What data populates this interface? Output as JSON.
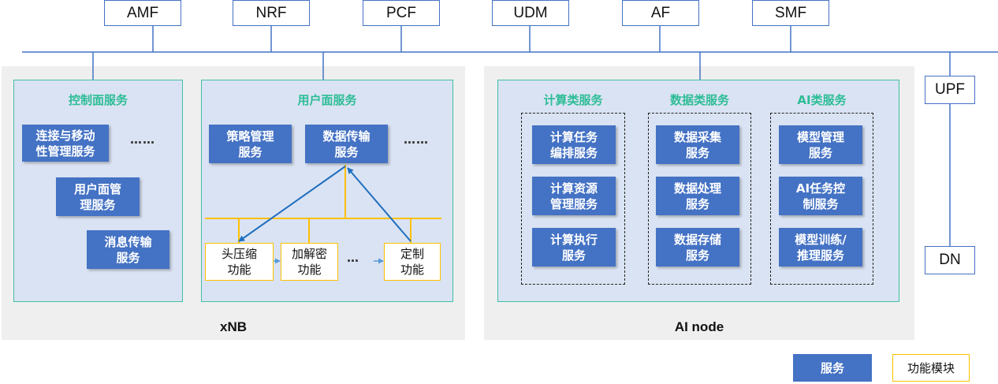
{
  "network_functions": [
    "AMF",
    "NRF",
    "PCF",
    "UDM",
    "AF",
    "SMF"
  ],
  "upf": "UPF",
  "dn": "DN",
  "xnb": {
    "label": "xNB",
    "control_plane": {
      "title": "控制面服务",
      "services": [
        "连接与移动\n性管理服务",
        "用户面管\n理服务",
        "消息传输\n服务"
      ],
      "ellipsis": "……"
    },
    "user_plane": {
      "title": "用户面服务",
      "services": [
        "策略管理\n服务",
        "数据传输\n服务"
      ],
      "ellipsis": "……",
      "functions": [
        "头压缩\n功能",
        "加解密\n功能",
        "定制\n功能"
      ],
      "function_ellipsis": "…"
    }
  },
  "ai_node": {
    "label": "AI node",
    "compute": {
      "title": "计算类服务",
      "services": [
        "计算任务\n编排服务",
        "计算资源\n管理服务",
        "计算执行\n服务"
      ]
    },
    "data": {
      "title": "数据类服务",
      "services": [
        "数据采集\n服务",
        "数据处理\n服务",
        "数据存储\n服务"
      ]
    },
    "ai": {
      "title": "AI类服务",
      "services": [
        "模型管理\n服务",
        "AI任务控\n制服务",
        "模型训练/\n推理服务"
      ]
    }
  },
  "legend": {
    "service": "服务",
    "function_module": "功能模块"
  },
  "colors": {
    "service_fill": "#4472c4",
    "panel_fill": "#dae3f3",
    "panel_border": "#41bfa6",
    "title_teal": "#2ebd97",
    "function_border": "#ffc000",
    "node_background": "#efefef"
  }
}
